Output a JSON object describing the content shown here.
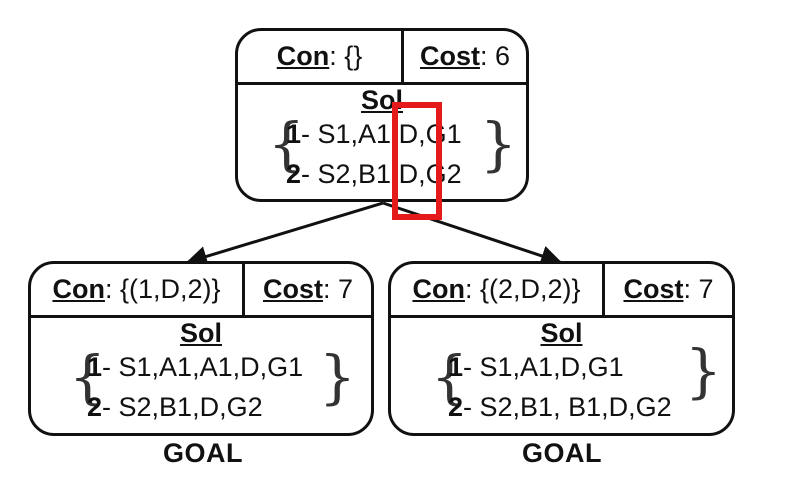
{
  "root": {
    "con_key": "Con",
    "con_val": ": {}",
    "cost_key": "Cost",
    "cost_val": ": 6",
    "sol_title": "Sol",
    "row1_idx": "1",
    "row1_text": "- S1,A1,D,G1",
    "row2_idx": "2",
    "row2_text": "- S2,B1,D,G2"
  },
  "left_child": {
    "con_key": "Con",
    "con_val": ": {(1,D,2)}",
    "cost_key": "Cost",
    "cost_val": ": 7",
    "sol_title": "Sol",
    "row1_idx": "1",
    "row1_text": "- S1,A1,A1,D,G1",
    "row2_idx": "2",
    "row2_text": "- S2,B1,D,G2",
    "goal_label": "GOAL"
  },
  "right_child": {
    "con_key": "Con",
    "con_val": ": {(2,D,2)}",
    "cost_key": "Cost",
    "cost_val": ": 7",
    "sol_title": "Sol",
    "row1_idx": "1",
    "row1_text": "- S1,A1,D,G1",
    "row2_idx": "2",
    "row2_text": "- S2,B1, B1,D,G2",
    "goal_label": "GOAL"
  },
  "colors": {
    "highlight": "#e51a1a",
    "stroke": "#111111"
  }
}
